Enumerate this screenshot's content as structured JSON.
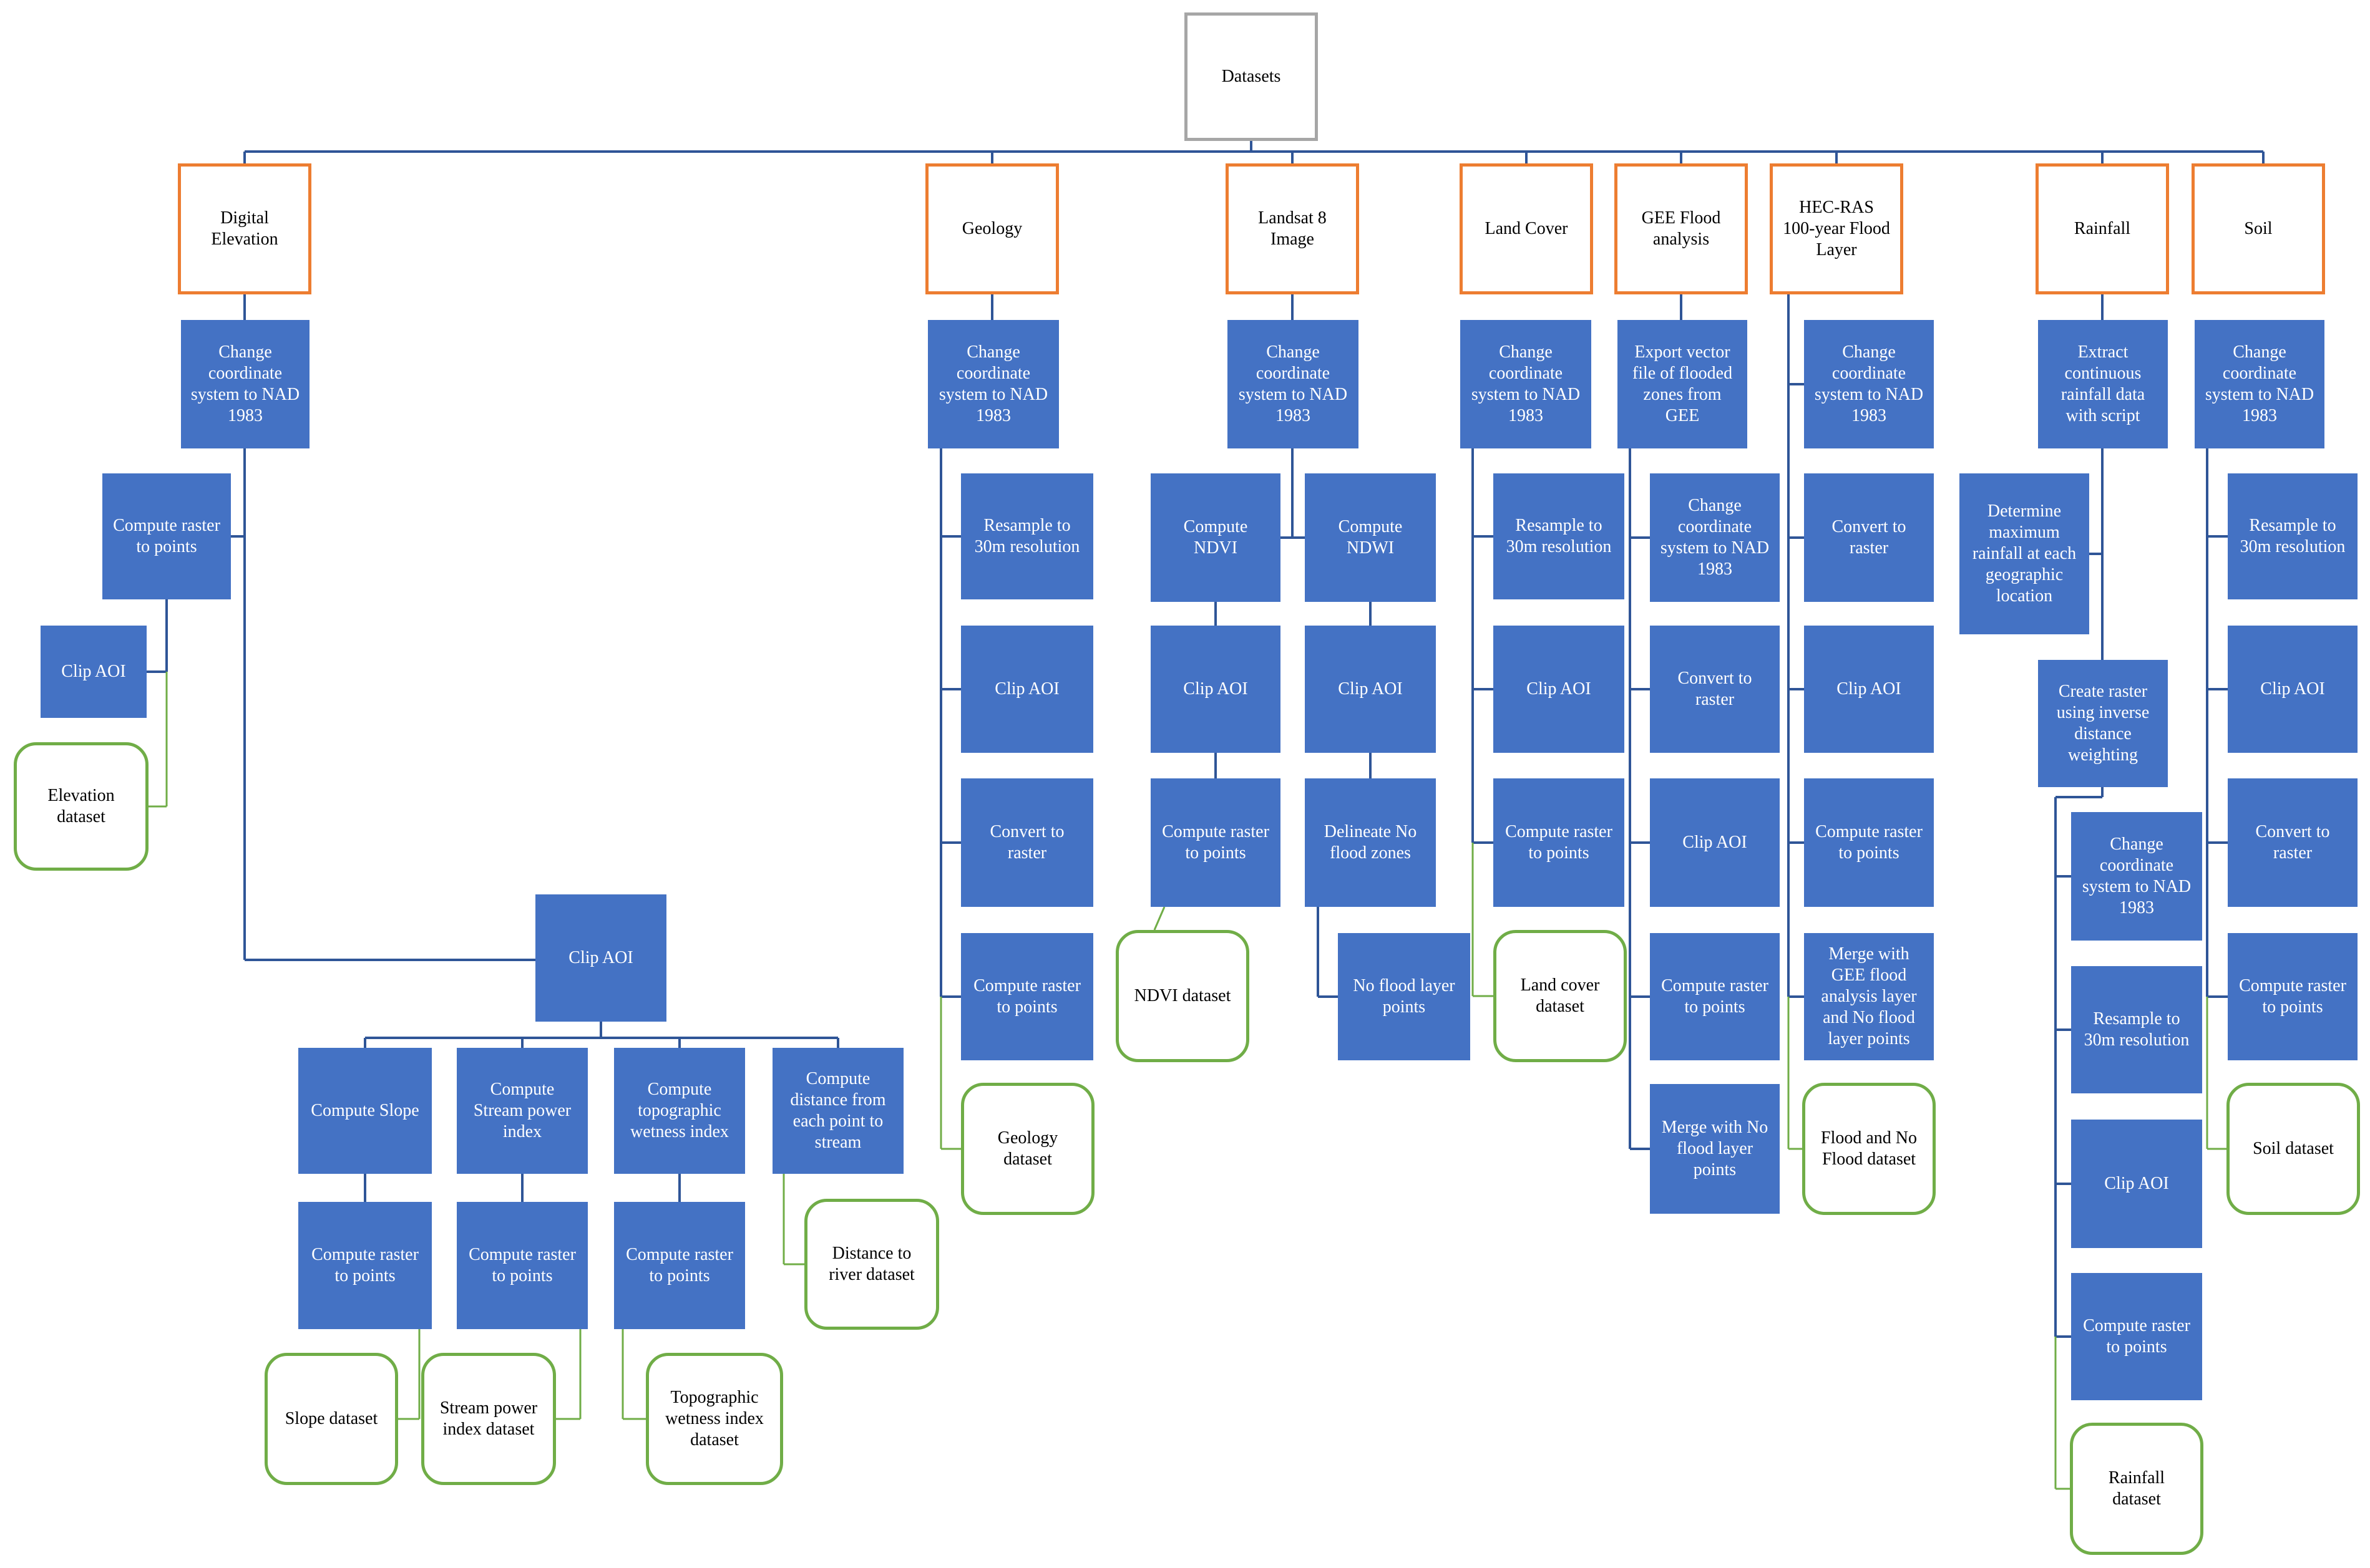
{
  "colors": {
    "step_fill": "#4472c4",
    "step_text": "#ffffff",
    "category_border": "#ed7d31",
    "output_border": "#70ad47",
    "root_border": "#a6a6a6",
    "blue_connector": "#2f5597",
    "green_connector": "#70ad47"
  },
  "nodes": {
    "root": "Datasets",
    "dem": "Digital\nElevation",
    "dem_coord": "Change\ncoordinate\nsystem to NAD\n1983",
    "dem_r2p": "Compute raster\nto points",
    "dem_clip1": "Clip AOI",
    "dem_out": "Elevation\ndataset",
    "dem_clip2": "Clip AOI",
    "slope": "Compute Slope",
    "slope_r2p": "Compute raster\nto points",
    "slope_out": "Slope dataset",
    "spi": "Compute\nStream power\nindex",
    "spi_r2p": "Compute raster\nto points",
    "spi_out": "Stream power\nindex dataset",
    "twi": "Compute\ntopographic\nwetness index",
    "twi_r2p": "Compute raster\nto points",
    "twi_out": "Topographic\nwetness index\ndataset",
    "dist": "Compute\ndistance from\neach point to\nstream",
    "dist_out": "Distance to\nriver dataset",
    "geo": "Geology",
    "geo_coord": "Change\ncoordinate\nsystem to NAD\n1983",
    "geo_resample": "Resample to\n30m resolution",
    "geo_clip": "Clip AOI",
    "geo_convert": "Convert to\nraster",
    "geo_r2p": "Compute raster\nto points",
    "geo_out": "Geology\ndataset",
    "ls": "Landsat 8\nImage",
    "ls_coord": "Change\ncoordinate\nsystem to NAD\n1983",
    "ndvi": "Compute\nNDVI",
    "ndvi_clip": "Clip AOI",
    "ndvi_r2p": "Compute raster\nto points",
    "ndvi_out": "NDVI dataset",
    "ndwi": "Compute\nNDWI",
    "ndwi_clip": "Clip AOI",
    "ndwi_delin": "Delineate No\nflood zones",
    "ndwi_out": "No flood layer\npoints",
    "lc": "Land Cover",
    "lc_coord": "Change\ncoordinate\nsystem to NAD\n1983",
    "lc_resample": "Resample to\n30m resolution",
    "lc_clip": "Clip AOI",
    "lc_r2p": "Compute raster\nto points",
    "lc_out": "Land cover\ndataset",
    "gee": "GEE Flood\nanalysis",
    "gee_export": "Export vector\nfile of flooded\nzones from\nGEE",
    "gee_coord": "Change\ncoordinate\nsystem to NAD\n1983",
    "gee_convert": "Convert to\nraster",
    "gee_clip": "Clip AOI",
    "gee_r2p": "Compute raster\nto points",
    "gee_merge": "Merge with No\nflood layer\npoints",
    "hec": "HEC-RAS\n100-year Flood\nLayer",
    "hec_coord": "Change\ncoordinate\nsystem to NAD\n1983",
    "hec_convert": "Convert to\nraster",
    "hec_clip": "Clip AOI",
    "hec_r2p": "Compute raster\nto points",
    "hec_merge": "Merge with\nGEE flood\nanalysis layer\nand No flood\nlayer points",
    "hec_out": "Flood and No\nFlood dataset",
    "rain": "Rainfall",
    "rain_extract": "Extract\ncontinuous\nrainfall data\nwith script",
    "rain_max": "Determine\nmaximum\nrainfall at each\ngeographic\nlocation",
    "rain_idw": "Create raster\nusing inverse\ndistance\nweighting",
    "rain_coord": "Change\ncoordinate\nsystem to NAD\n1983",
    "rain_resample": "Resample to\n30m resolution",
    "rain_clip": "Clip AOI",
    "rain_r2p": "Compute raster\nto points",
    "rain_out": "Rainfall\ndataset",
    "soil": "Soil",
    "soil_coord": "Change\ncoordinate\nsystem to NAD\n1983",
    "soil_resample": "Resample to\n30m resolution",
    "soil_clip": "Clip AOI",
    "soil_convert": "Convert to\nraster",
    "soil_r2p": "Compute raster\nto points",
    "soil_out": "Soil dataset"
  }
}
